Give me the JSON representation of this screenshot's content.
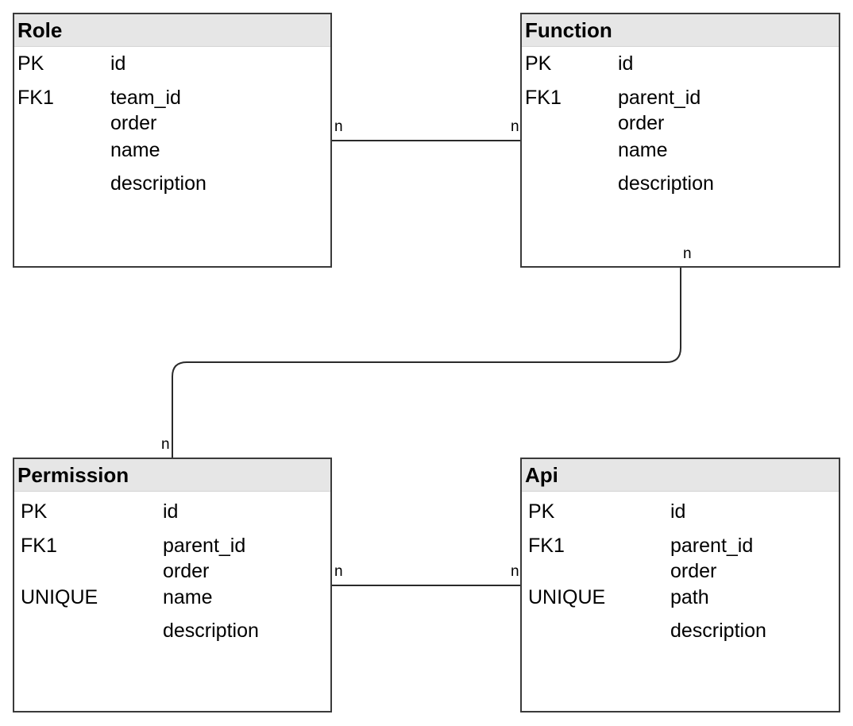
{
  "entities": {
    "role": {
      "title": "Role",
      "rows": [
        {
          "key": "PK",
          "field": "id"
        },
        {
          "key": "FK1",
          "field": "team_id"
        },
        {
          "key": "",
          "field": "order"
        },
        {
          "key": "",
          "field": "name"
        },
        {
          "key": "",
          "field": "description"
        }
      ]
    },
    "function": {
      "title": "Function",
      "rows": [
        {
          "key": "PK",
          "field": "id"
        },
        {
          "key": "FK1",
          "field": "parent_id"
        },
        {
          "key": "",
          "field": "order"
        },
        {
          "key": "",
          "field": "name"
        },
        {
          "key": "",
          "field": "description"
        }
      ]
    },
    "permission": {
      "title": "Permission",
      "rows": [
        {
          "key": "PK",
          "field": "id"
        },
        {
          "key": "FK1",
          "field": "parent_id"
        },
        {
          "key": "",
          "field": "order"
        },
        {
          "key": "UNIQUE",
          "field": "name"
        },
        {
          "key": "",
          "field": "description"
        }
      ]
    },
    "api": {
      "title": "Api",
      "rows": [
        {
          "key": "PK",
          "field": "id"
        },
        {
          "key": "FK1",
          "field": "parent_id"
        },
        {
          "key": "",
          "field": "order"
        },
        {
          "key": "UNIQUE",
          "field": "path"
        },
        {
          "key": "",
          "field": "description"
        }
      ]
    }
  },
  "relations": {
    "role_function": {
      "from": "Role",
      "to": "Function",
      "from_multiplicity": "n",
      "to_multiplicity": "n"
    },
    "function_permission": {
      "from": "Function",
      "to": "Permission",
      "from_multiplicity": "n",
      "to_multiplicity": "n"
    },
    "permission_api": {
      "from": "Permission",
      "to": "Api",
      "from_multiplicity": "n",
      "to_multiplicity": "n"
    }
  },
  "colors": {
    "header_background": "#e6e6e6",
    "border": "#3a3a3a",
    "line": "#2a2a2a",
    "background": "#ffffff"
  }
}
